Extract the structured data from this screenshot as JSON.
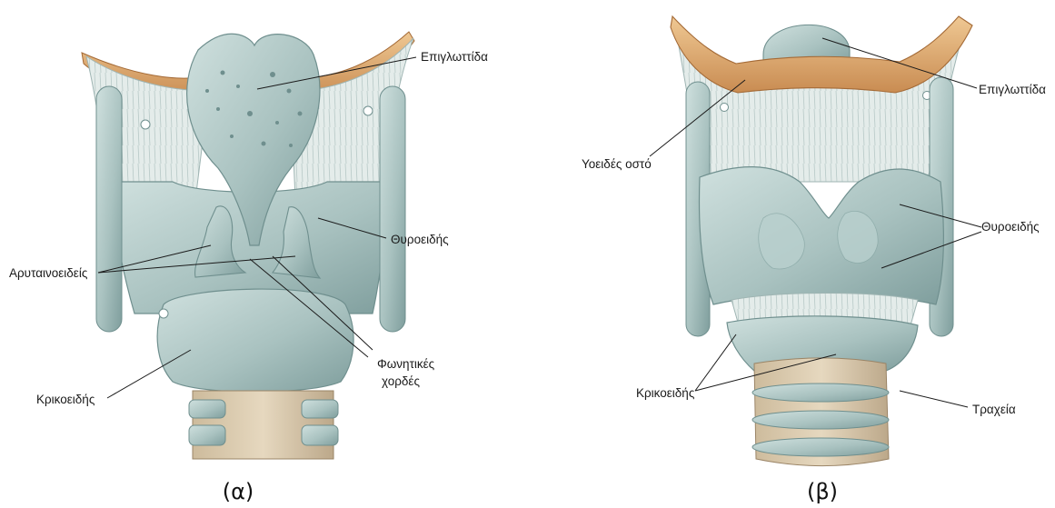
{
  "panels": [
    {
      "caption": "(α)",
      "labels": {
        "epiglottis": "Επιγλωττίδα",
        "thyroid": "Θυροειδής",
        "arytenoid": "Αρυταινοειδείς",
        "vocal_cords_line1": "Φωνητικές",
        "vocal_cords_line2": "χορδές",
        "cricoid": "Κρικοειδής"
      }
    },
    {
      "caption": "(β)",
      "labels": {
        "epiglottis": "Επιγλωττίδα",
        "hyoid": "Υοειδές οστό",
        "thyroid": "Θυροειδής",
        "cricoid": "Κρικοειδής",
        "trachea": "Τραχεία"
      }
    }
  ],
  "colors": {
    "cartilage": "#a9c2c0",
    "cartilage_dark": "#6f8f8e",
    "cartilage_light": "#cfe0de",
    "membrane": "#dfe9e8",
    "bone": "#d9a36a",
    "bone_light": "#ecc792",
    "trachea_tissue": "#c9b79a"
  }
}
